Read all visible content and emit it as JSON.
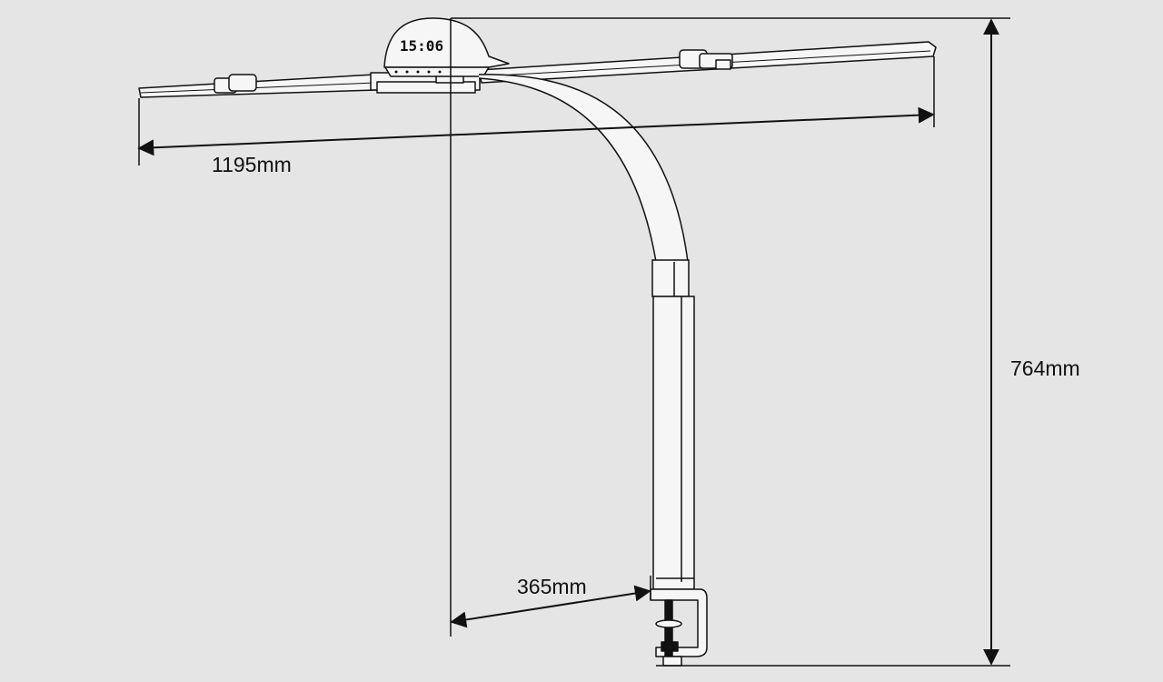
{
  "dimensions": {
    "width_label": "1195mm",
    "height_label": "764mm",
    "reach_label": "365mm"
  },
  "clock": {
    "time": "15:06"
  },
  "colors": {
    "background": "#e5e5e5",
    "line": "#111111",
    "fill": "#f6f6f6"
  }
}
